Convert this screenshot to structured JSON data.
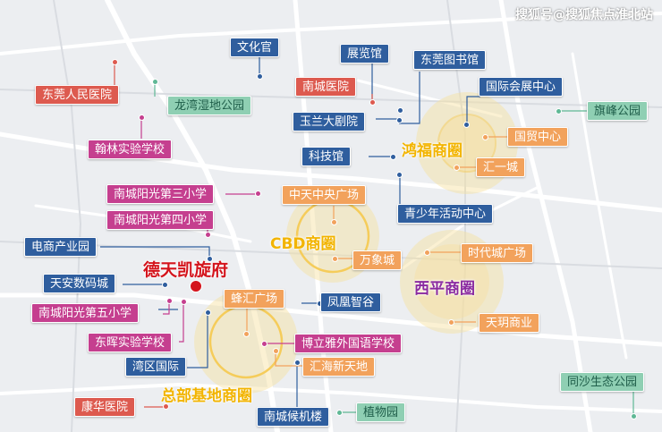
{
  "watermark": "搜狐号@搜狐焦点淮北站",
  "project": {
    "name": "德天凯旋府",
    "color": "#d4141c"
  },
  "colors": {
    "gold": "#f2b400",
    "purple": "#8a2aa0",
    "blue": "#2f5e9e",
    "red": "#dd5a4f",
    "magenta": "#c53f8f",
    "orange": "#f2a25c",
    "green": "#8fcfb3"
  },
  "zones": {
    "hongfu": "鸿福商圈",
    "cbd": "CBD商圈",
    "xiping": "西平商圈",
    "zongbu": "总部基地商圈"
  },
  "labels": {
    "wenhuaguan": "文化官",
    "zhanlanguan": "展览馆",
    "dongguan_library": "东莞图书馆",
    "dongguan_hospital": "东莞人民医院",
    "longwan_park": "龙湾湿地公园",
    "nancheng_hospital": "南城医院",
    "yulan_theatre": "玉兰大剧院",
    "intl_expo": "国际会展中心",
    "qifeng_park": "旗峰公园",
    "guomao": "国贸中心",
    "huiyicheng": "汇一城",
    "hanlin_school": "翰林实验学校",
    "tech_museum": "科技馆",
    "nancheng_yg3": "南城阳光第三小学",
    "nancheng_yg4": "南城阳光第四小学",
    "zhongtian_plaza": "中天中央广场",
    "youth_center": "青少年活动中心",
    "ecommerce_park": "电商产业园",
    "times_plaza": "时代城广场",
    "wanxiang": "万象城",
    "tianan_cyber": "天安数码城",
    "fenghuang": "凤凰智谷",
    "fenghui_plaza": "蜂汇广场",
    "nancheng_yg5": "南城阳光第五小学",
    "tianyue": "天玥商业",
    "donghui_school": "东晖实验学校",
    "boliya_school": "博立雅外国语学校",
    "wanqu": "湾区国际",
    "huihai": "汇海新天地",
    "tongsha_park": "同沙生态公园",
    "kanghua_hospital": "康华医院",
    "nancheng_airport": "南城候机楼",
    "botanical_garden": "植物园"
  }
}
